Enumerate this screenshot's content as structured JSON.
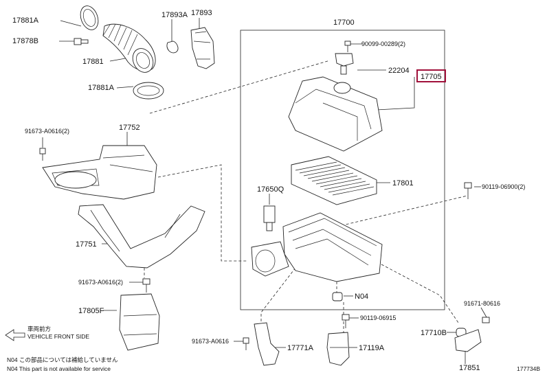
{
  "parts": {
    "p17881a_top": "17881A",
    "p17878b": "17878B",
    "p17881": "17881",
    "p17881a_bot": "17881A",
    "p17893a": "17893A",
    "p17893": "17893",
    "p17700": "17700",
    "p90099": "90099-00289(2)",
    "p22204": "22204",
    "p17705": "17705",
    "p91673_top": "91673-A0616(2)",
    "p17752": "17752",
    "p17801": "17801",
    "p17650q": "17650Q",
    "p90119_a": "90119-06900(2)",
    "p17751": "17751",
    "p91673_mid": "91673-A0616(2)",
    "pn04": "N04",
    "p17805f": "17805F",
    "p90119_b": "90119-06915",
    "p91671": "91671-80616",
    "p17710b": "17710B",
    "p91673_bot": "91673-A0616",
    "p17771a": "17771A",
    "p17119a": "17119A",
    "p17851": "17851"
  },
  "front": {
    "jp": "車両前方",
    "en": "VEHICLE FRONT SIDE"
  },
  "notes": {
    "jp": "N04  この部品については補給していません",
    "en": "N04  This part is not available for service"
  },
  "figure_id": "177734B",
  "highlight_color": "#a0103a"
}
